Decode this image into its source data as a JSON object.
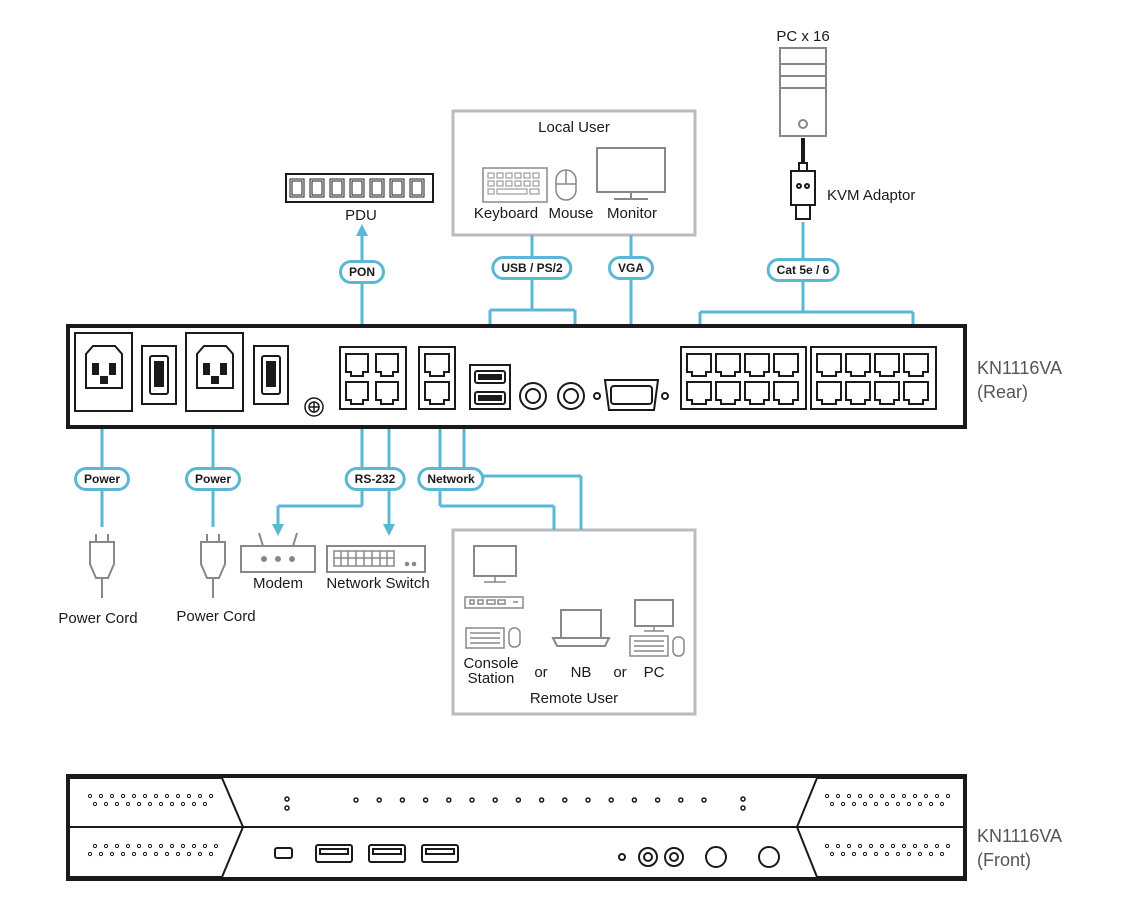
{
  "local_user": {
    "title": "Local User",
    "keyboard": "Keyboard",
    "mouse": "Mouse",
    "monitor": "Monitor"
  },
  "top_devices": {
    "pdu": "PDU",
    "pc": "PC x 16",
    "kvm_adaptor": "KVM Adaptor"
  },
  "cable_labels": {
    "pon": "PON",
    "usb_ps2": "USB / PS/2",
    "vga": "VGA",
    "cat5": "Cat 5e / 6",
    "power1": "Power",
    "power2": "Power",
    "rs232": "RS-232",
    "network": "Network"
  },
  "bottom_devices": {
    "power_cord1": "Power Cord",
    "power_cord2": "Power Cord",
    "modem": "Modem",
    "network_switch": "Network Switch"
  },
  "remote_user": {
    "title": "Remote User",
    "console_line1": "Console",
    "console_line2": "Station",
    "or1": "or",
    "nb": "NB",
    "or2": "or",
    "pc": "PC"
  },
  "rear_label": {
    "line1": "KN1116VA",
    "line2": "(Rear)"
  },
  "front_label": {
    "line1": "KN1116VA",
    "line2": "(Front)"
  },
  "colors": {
    "cable": "#5bb8d4",
    "device_line": "#1a1a1a",
    "panel_border": "#bbbbbb",
    "gray_icon": "#888888"
  }
}
